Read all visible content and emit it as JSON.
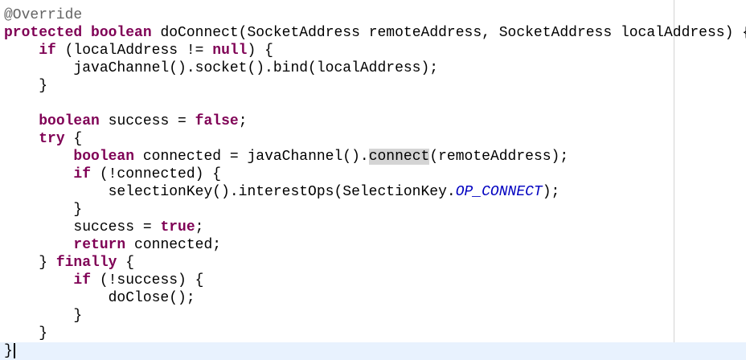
{
  "colors": {
    "keyword": "#7f0055",
    "annotation": "#646464",
    "field": "#0000c0",
    "current_line": "#e8f2fe",
    "occurrence_highlight": "#d4d4d4"
  },
  "lines": [
    {
      "tokens": [
        {
          "k": "ann",
          "t": "@Override"
        }
      ]
    },
    {
      "tokens": [
        {
          "k": "kw",
          "t": "protected"
        },
        {
          "k": "p",
          "t": " "
        },
        {
          "k": "kw",
          "t": "boolean"
        },
        {
          "k": "p",
          "t": " doConnect(SocketAddress remoteAddress, SocketAddress localAddress) {"
        }
      ]
    },
    {
      "tokens": [
        {
          "k": "p",
          "t": "    "
        },
        {
          "k": "kw",
          "t": "if"
        },
        {
          "k": "p",
          "t": " (localAddress != "
        },
        {
          "k": "kw",
          "t": "null"
        },
        {
          "k": "p",
          "t": ") {"
        }
      ]
    },
    {
      "tokens": [
        {
          "k": "p",
          "t": "        javaChannel().socket().bind(localAddress);"
        }
      ]
    },
    {
      "tokens": [
        {
          "k": "p",
          "t": "    }"
        }
      ]
    },
    {
      "tokens": [
        {
          "k": "p",
          "t": ""
        }
      ]
    },
    {
      "tokens": [
        {
          "k": "p",
          "t": "    "
        },
        {
          "k": "kw",
          "t": "boolean"
        },
        {
          "k": "p",
          "t": " success = "
        },
        {
          "k": "kw",
          "t": "false"
        },
        {
          "k": "p",
          "t": ";"
        }
      ]
    },
    {
      "tokens": [
        {
          "k": "p",
          "t": "    "
        },
        {
          "k": "kw",
          "t": "try"
        },
        {
          "k": "p",
          "t": " {"
        }
      ]
    },
    {
      "tokens": [
        {
          "k": "p",
          "t": "        "
        },
        {
          "k": "kw",
          "t": "boolean"
        },
        {
          "k": "p",
          "t": " connected = javaChannel()."
        },
        {
          "k": "hl",
          "t": "connect"
        },
        {
          "k": "p",
          "t": "(remoteAddress);"
        }
      ]
    },
    {
      "tokens": [
        {
          "k": "p",
          "t": "        "
        },
        {
          "k": "kw",
          "t": "if"
        },
        {
          "k": "p",
          "t": " (!connected) {"
        }
      ]
    },
    {
      "tokens": [
        {
          "k": "p",
          "t": "            selectionKey().interestOps(SelectionKey."
        },
        {
          "k": "field",
          "t": "OP_CONNECT"
        },
        {
          "k": "p",
          "t": ");"
        }
      ]
    },
    {
      "tokens": [
        {
          "k": "p",
          "t": "        }"
        }
      ]
    },
    {
      "tokens": [
        {
          "k": "p",
          "t": "        success = "
        },
        {
          "k": "kw",
          "t": "true"
        },
        {
          "k": "p",
          "t": ";"
        }
      ]
    },
    {
      "tokens": [
        {
          "k": "p",
          "t": "        "
        },
        {
          "k": "kw",
          "t": "return"
        },
        {
          "k": "p",
          "t": " connected;"
        }
      ]
    },
    {
      "tokens": [
        {
          "k": "p",
          "t": "    } "
        },
        {
          "k": "kw",
          "t": "finally"
        },
        {
          "k": "p",
          "t": " {"
        }
      ]
    },
    {
      "tokens": [
        {
          "k": "p",
          "t": "        "
        },
        {
          "k": "kw",
          "t": "if"
        },
        {
          "k": "p",
          "t": " (!success) {"
        }
      ]
    },
    {
      "tokens": [
        {
          "k": "p",
          "t": "            doClose();"
        }
      ]
    },
    {
      "tokens": [
        {
          "k": "p",
          "t": "        }"
        }
      ]
    },
    {
      "tokens": [
        {
          "k": "p",
          "t": "    }"
        }
      ]
    },
    {
      "tokens": [
        {
          "k": "p",
          "t": "}"
        }
      ],
      "current": true
    }
  ]
}
